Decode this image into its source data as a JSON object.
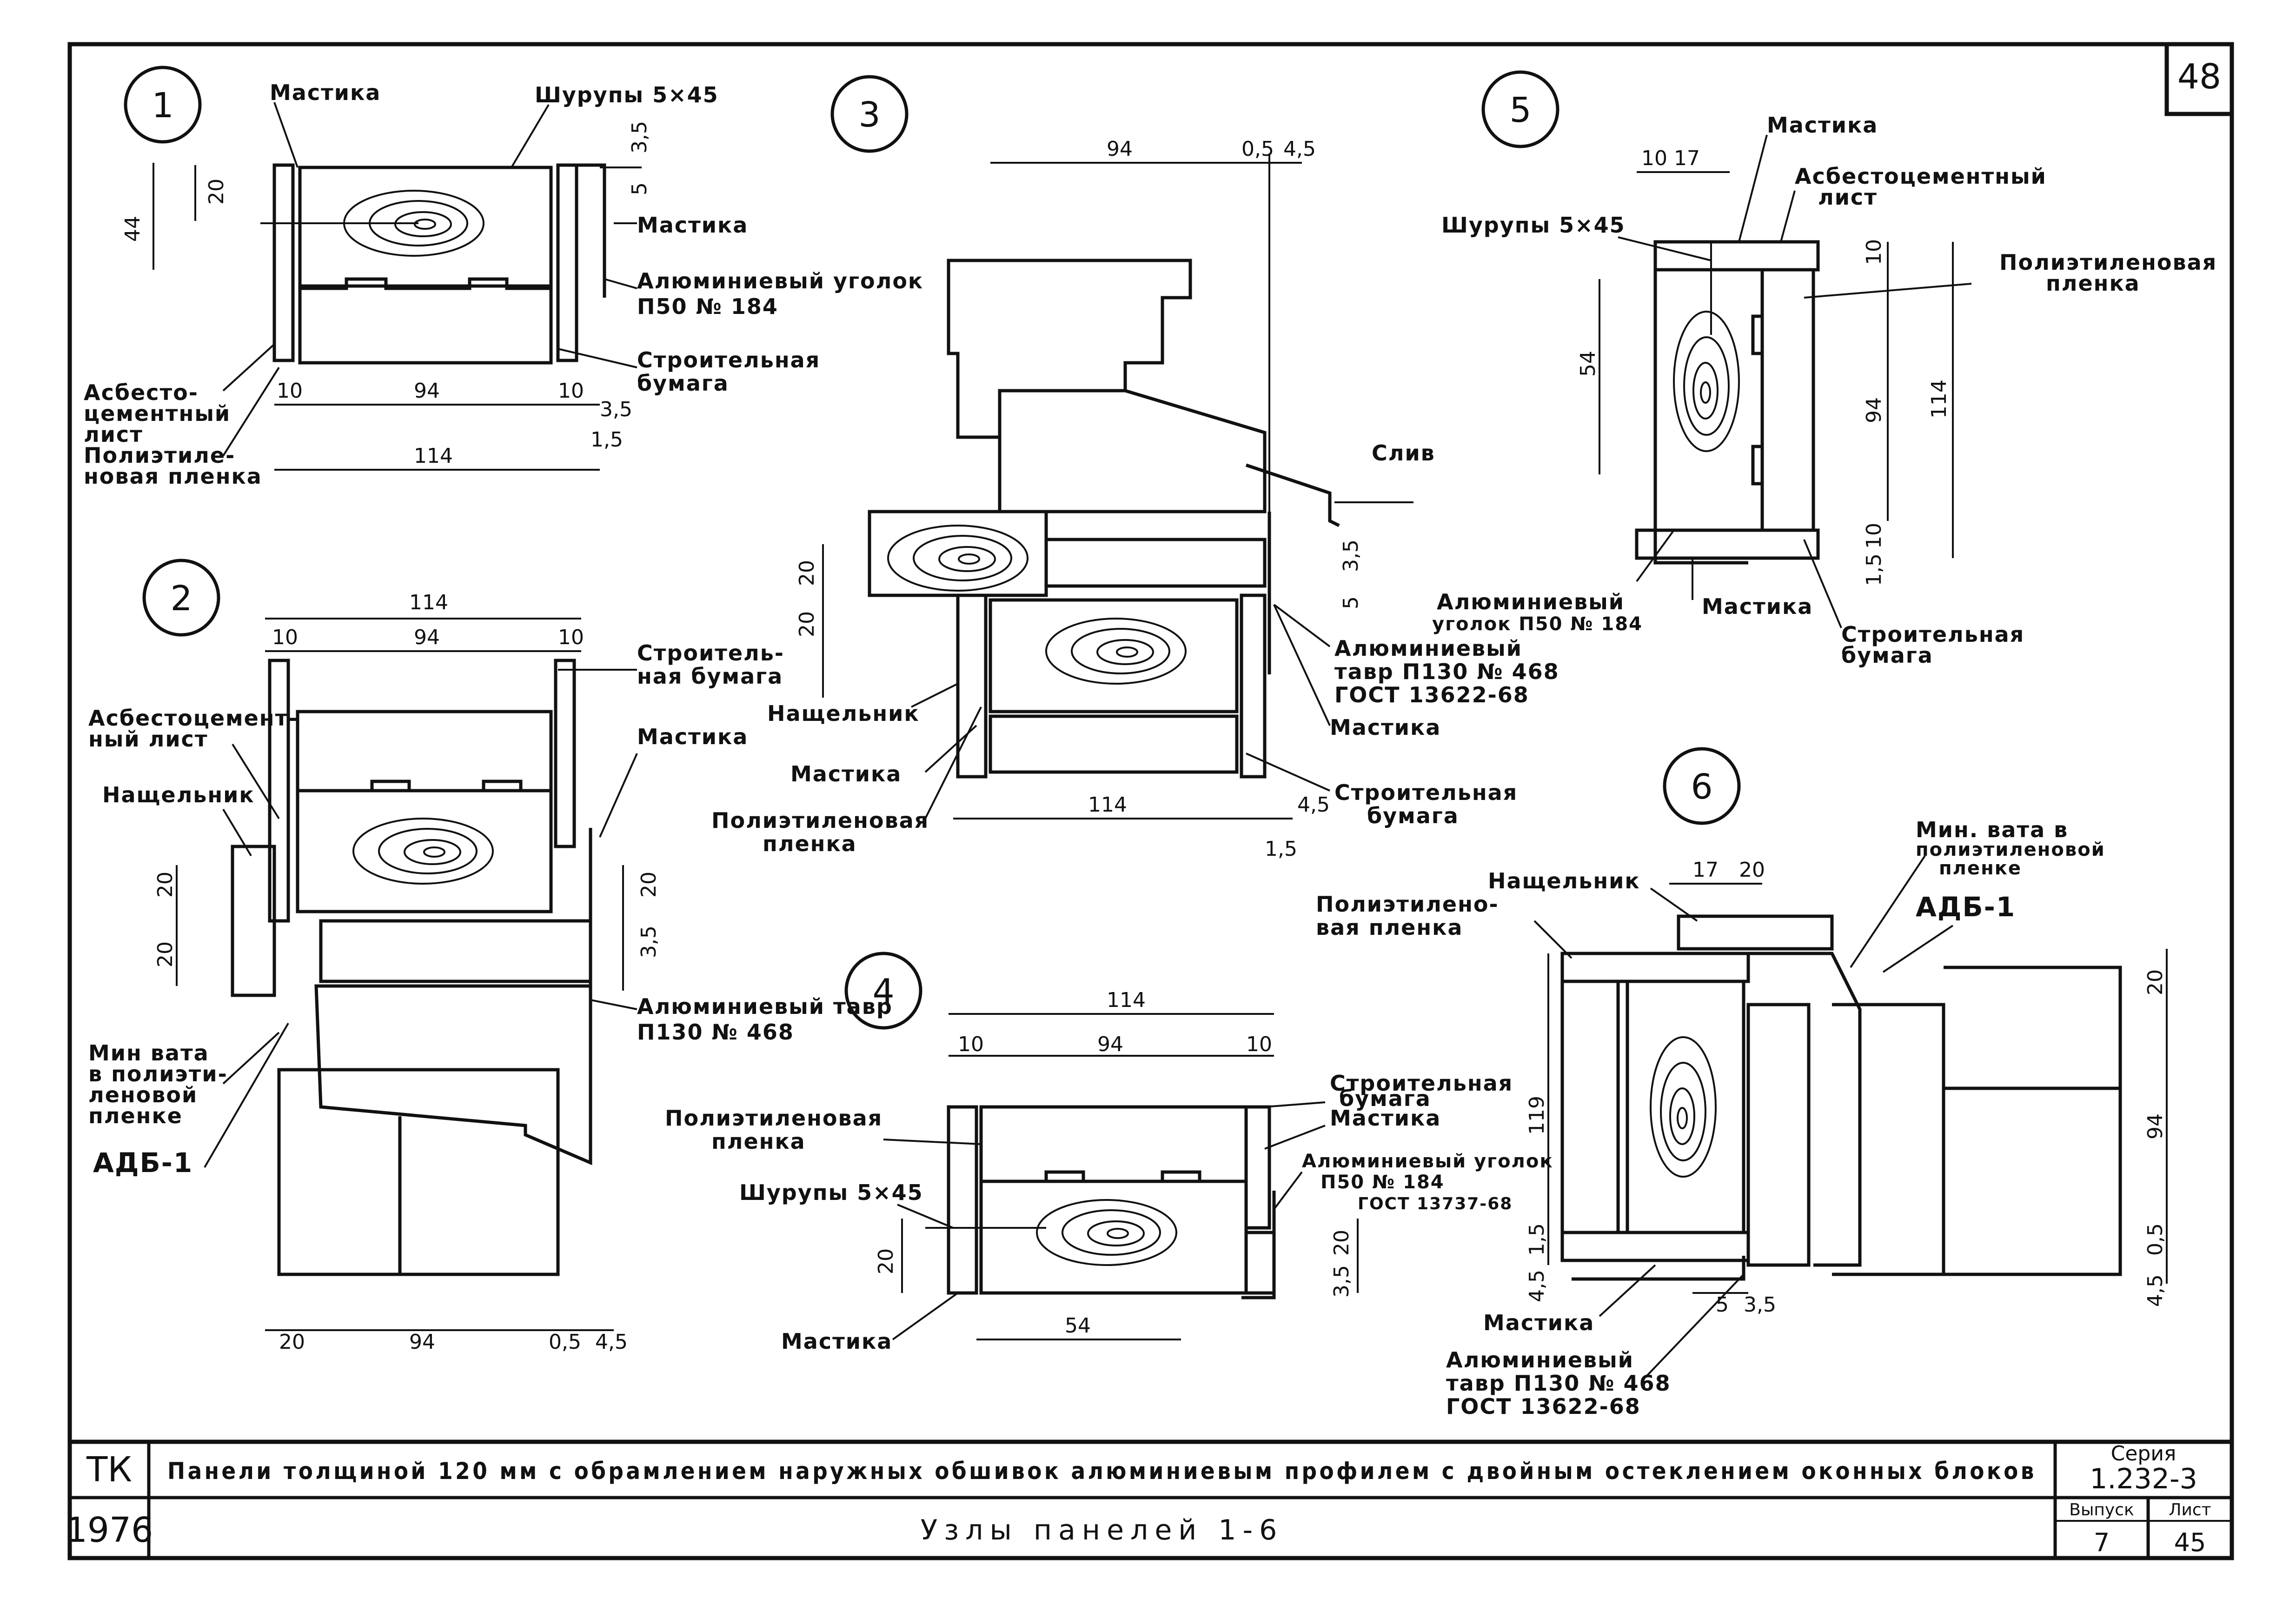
{
  "sheet_number": "48",
  "details": [
    {
      "id": "1",
      "labels": [
        "Мастика",
        "Шурупы 5×45",
        "Мастика",
        "Алюминиевый уголок",
        "П50 № 184",
        "Строительная",
        "бумага",
        "Асбесто-",
        "цементный",
        "лист",
        "Полиэтиле-",
        "новая пленка"
      ],
      "dims": [
        "20",
        "44",
        "10",
        "94",
        "10",
        "3,5",
        "1,5",
        "114",
        "3,5",
        "5"
      ]
    },
    {
      "id": "2",
      "labels": [
        "Строитель-",
        "ная бумага",
        "Асбестоцемент-",
        "ный лист",
        "Мастика",
        "Нащельник",
        "Алюминиевый тавр",
        "П130 № 468",
        "Мин вата",
        "в полиэти-",
        "леновой",
        "пленке",
        "АДБ-1"
      ],
      "dims": [
        "114",
        "10",
        "94",
        "10",
        "20",
        "20",
        "20",
        "3,5",
        "20",
        "94",
        "0,5",
        "4,5"
      ]
    },
    {
      "id": "3",
      "labels": [
        "Слив",
        "Алюминиевый",
        "тавр П130 № 468",
        "ГОСТ 13622-68",
        "Нащельник",
        "Мастика",
        "Мастика",
        "Полиэтиленовая",
        "пленка",
        "Строительная",
        "бумага"
      ],
      "dims": [
        "94",
        "0,5",
        "4,5",
        "20",
        "20",
        "3,5",
        "5",
        "114",
        "4,5",
        "1,5"
      ]
    },
    {
      "id": "4",
      "labels": [
        "Полиэтиленовая",
        "пленка",
        "Строительная",
        "бумага",
        "Мастика",
        "Шурупы 5×45",
        "Алюминиевый уголок",
        "П50 № 184",
        "ГОСТ 13737-68",
        "Мастика"
      ],
      "dims": [
        "114",
        "10",
        "94",
        "10",
        "20",
        "20",
        "3,5",
        "54"
      ]
    },
    {
      "id": "5",
      "labels": [
        "Мастика",
        "Асбестоцементный",
        "лист",
        "Шурупы 5×45",
        "Полиэтиленовая",
        "пленка",
        "Алюминиевый",
        "уголок П50 № 184",
        "Мастика",
        "Строительная",
        "бумага"
      ],
      "dims": [
        "10",
        "17",
        "10",
        "54",
        "94",
        "114",
        "10",
        "1,5"
      ]
    },
    {
      "id": "6",
      "labels": [
        "Нащельник",
        "Мин. вата в",
        "полиэтиленовой",
        "пленке",
        "АДБ-1",
        "Полиэтилено-",
        "вая пленка",
        "Мастика",
        "Алюминиевый",
        "тавр П130 № 468",
        "ГОСТ 13622-68"
      ],
      "dims": [
        "17",
        "20",
        "119",
        "20",
        "94",
        "0,5",
        "4,5",
        "1,5",
        "4,5",
        "5",
        "3,5"
      ]
    },
    {
      "id": "7",
      "labels": [],
      "dims": []
    }
  ],
  "title_block": {
    "org": "ТК",
    "year": "1976",
    "title": "Панели толщиной 120 мм с обрамлением наружных обшивок алюминиевым профилем с двойным остеклением оконных блоков",
    "subtitle": "Узлы панелей 1-6",
    "series_label": "Серия",
    "series": "1.232-3",
    "issue_label": "Выпуск",
    "issue": "7",
    "sheet_label": "Лист",
    "sheet": "45"
  }
}
